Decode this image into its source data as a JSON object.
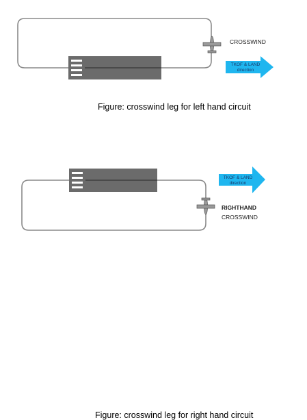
{
  "diagrams": [
    {
      "leg_label_line1": "",
      "leg_label_line2": "CROSSWIND",
      "arrow_line1": "TKOF & LAND",
      "arrow_line2": "direction",
      "caption": "Figure: crosswind leg for left hand circuit"
    },
    {
      "leg_label_line1": "RIGHTHAND",
      "leg_label_line2": "CROSSWIND",
      "arrow_line1": "TKOF & LAND",
      "arrow_line2": "direction",
      "caption": "Figure: crosswind leg for right hand circuit"
    }
  ],
  "colors": {
    "circuit_line": "#8a8a8a",
    "runway": "#6b6b6b",
    "runway_markings": "#ffffff",
    "centerline": "#2a2a2a",
    "arrow": "#1fb6ef",
    "arrow_text": "#1a3a6b",
    "aircraft": "#9a9a9a",
    "label_text": "#222222"
  },
  "icons": [
    "airplane-icon",
    "direction-arrow-icon"
  ]
}
